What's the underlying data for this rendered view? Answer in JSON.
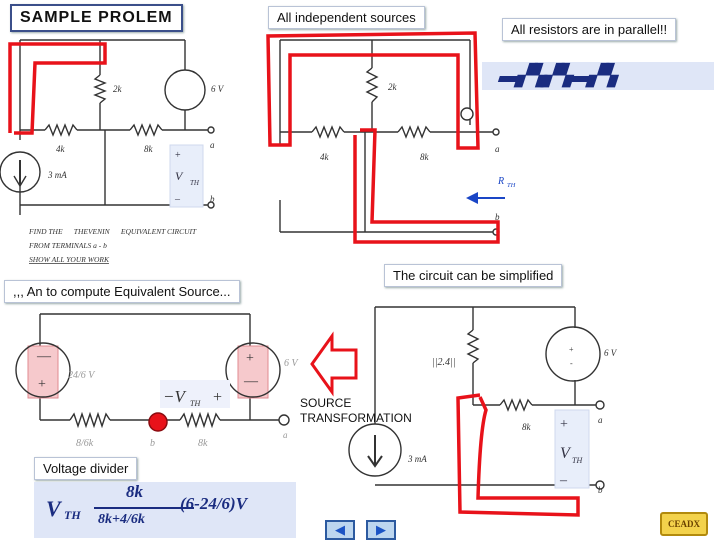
{
  "labels": {
    "title": "SAMPLE PROLEM",
    "independent": "All independent sources",
    "parallel": "All resistors are in parallel!!",
    "simplified": "The circuit can be simplified",
    "compute": ",,, An to compute Equivalent Source...",
    "voltage_divider": "Voltage divider",
    "source_transformation_1": "SOURCE",
    "source_transformation_2": "TRANSFORMATION"
  },
  "circuit1": {
    "r_top": "2k",
    "r_left": "4k",
    "r_mid": "8k",
    "source_v": "6 V",
    "source_i": "3 mA",
    "node_a": "a",
    "node_b": "b",
    "vth_plus": "+",
    "vth_v": "V",
    "vth_sub": "TH",
    "vth_minus": "–",
    "problem_1": "FIND THE      THEVENIN      EQUIVALENT CIRCUIT",
    "problem_2": "FROM TERMINALS a - b",
    "problem_3": "SHOW ALL YOUR WORK"
  },
  "circuit2": {
    "r_top": "2k",
    "r_left": "4k",
    "r_mid": "8k",
    "node_a": "a",
    "node_b": "b",
    "rth": "R",
    "rth_sub": "TH"
  },
  "circuit3": {
    "source_left": "24/6 V",
    "source_right": "6 V",
    "r_left": "8/6k",
    "r_right": "8k",
    "node_b": "b",
    "node_a": "a",
    "vth_label": "−V",
    "vth_sub": "TH",
    "vth_plus": "+"
  },
  "circuit4": {
    "r_parallel": "||2.4||",
    "r_mid": "8k",
    "source_v": "6 V",
    "source_i": "3 mA",
    "node_a": "a",
    "node_b": "b",
    "vth_plus": "+",
    "vth_v": "V",
    "vth_sub": "TH",
    "vth_minus": "–"
  },
  "formula": {
    "lhs": "V",
    "lhs_sub": "TH",
    "top": "8k",
    "bottom": "8k+4/6k",
    "rhs": "(6-24/6)V"
  },
  "nav": {
    "prev": "◀",
    "next": "▶",
    "logo": "CEADX"
  }
}
